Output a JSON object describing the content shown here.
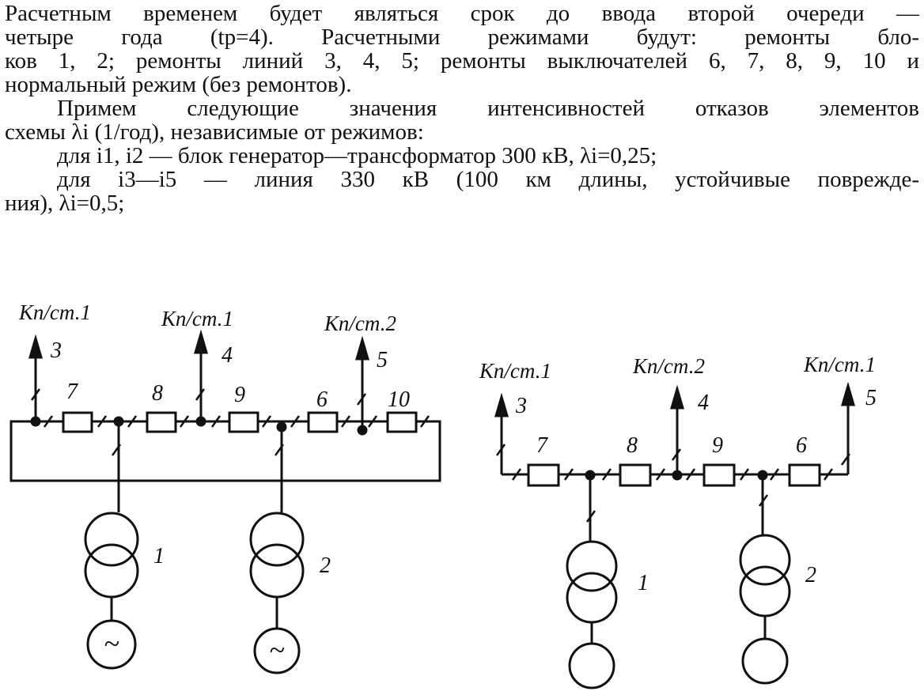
{
  "text": {
    "p1": [
      "Расчетным временем будет являться срок до ввода второй очереди —",
      "четыре года (tр=4). Расчетными режимами будут: ремонты бло-",
      "ков 1, 2; ремонты линий 3, 4, 5; ремонты выключателей 6, 7, 8, 9, 10 и",
      "нормальный режим (без ремонтов)."
    ],
    "p2": [
      "Примем следующие значения интенсивностей отказов элементов",
      "схемы λi (1/год), независимые от режимов:"
    ],
    "p3": [
      "для i1, i2 — блок генератор—трансформатор 300 кВ, λi=0,25;"
    ],
    "p4": [
      "для i3—i5 — линия 330 кВ (100 км длины, устойчивые поврежде-",
      "ния), λi=0,5;"
    ]
  },
  "diagram_left": {
    "line_labels": [
      "Кп/ст.1",
      "Кп/ст.1",
      "Кп/ст.2"
    ],
    "line_numbers": [
      "3",
      "4",
      "5"
    ],
    "breaker_numbers": [
      "7",
      "8",
      "9",
      "6",
      "10"
    ],
    "block_numbers": [
      "1",
      "2"
    ],
    "generator_symbol": "~"
  },
  "diagram_right": {
    "line_labels": [
      "Кп/ст.1",
      "Кп/ст.2",
      "Кп/ст.1"
    ],
    "line_numbers": [
      "3",
      "4",
      "5"
    ],
    "breaker_numbers": [
      "7",
      "8",
      "9",
      "6"
    ],
    "block_numbers": [
      "1",
      "2"
    ]
  }
}
